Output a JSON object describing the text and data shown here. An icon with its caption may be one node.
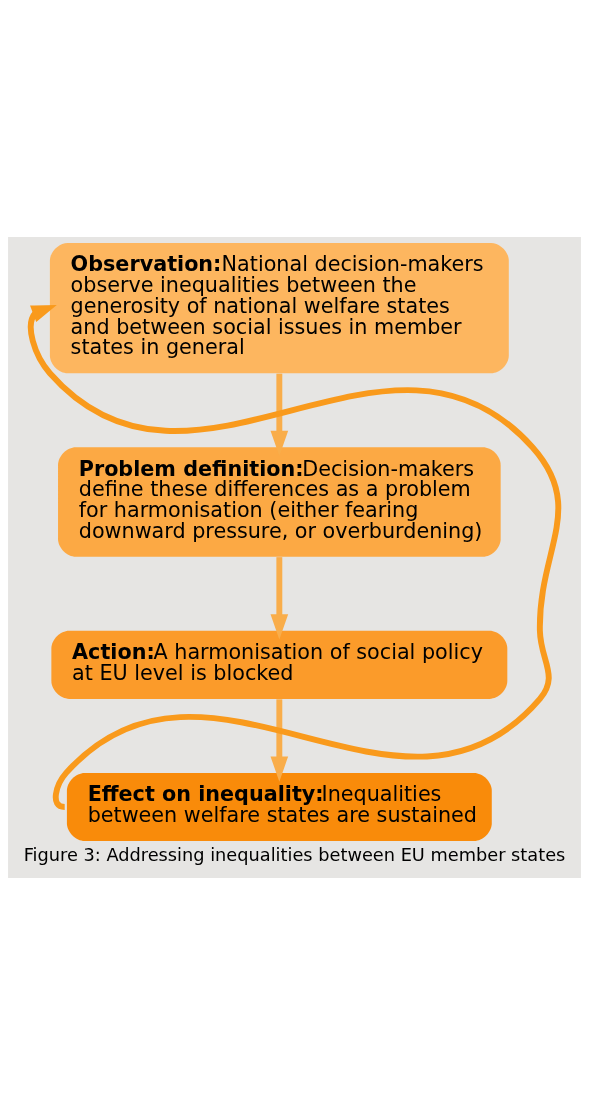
{
  "diagram": {
    "caption": "Figure 3: Addressing inequalities between EU member states",
    "nodes": [
      {
        "text": [
          "Observation:",
          "National decision-makers observe inequalities between the generosity of national welfare states and between social issues in member states in general"
        ]
      },
      {
        "text": [
          "Problem definition:",
          "Decision-makers define these differences as a problem for harmonisation (either fearing downward pressure, or overburdening)"
        ]
      },
      {
        "text": [
          "Action:",
          "A harmonisation of social policy at EU level is blocked"
        ]
      },
      {
        "text": [
          "Effect on inequality:",
          "Inequalities between welfare states are sustained"
        ]
      }
    ],
    "edges": [
      {
        "from": 0,
        "to": 1,
        "arrow": "to"
      },
      {
        "from": 1,
        "to": 2,
        "arrow": "to"
      },
      {
        "from": 2,
        "to": 3,
        "arrow": "to"
      },
      {
        "from": 3,
        "to": 0,
        "arrow": "to",
        "color": "#f99a1c"
      }
    ]
  }
}
